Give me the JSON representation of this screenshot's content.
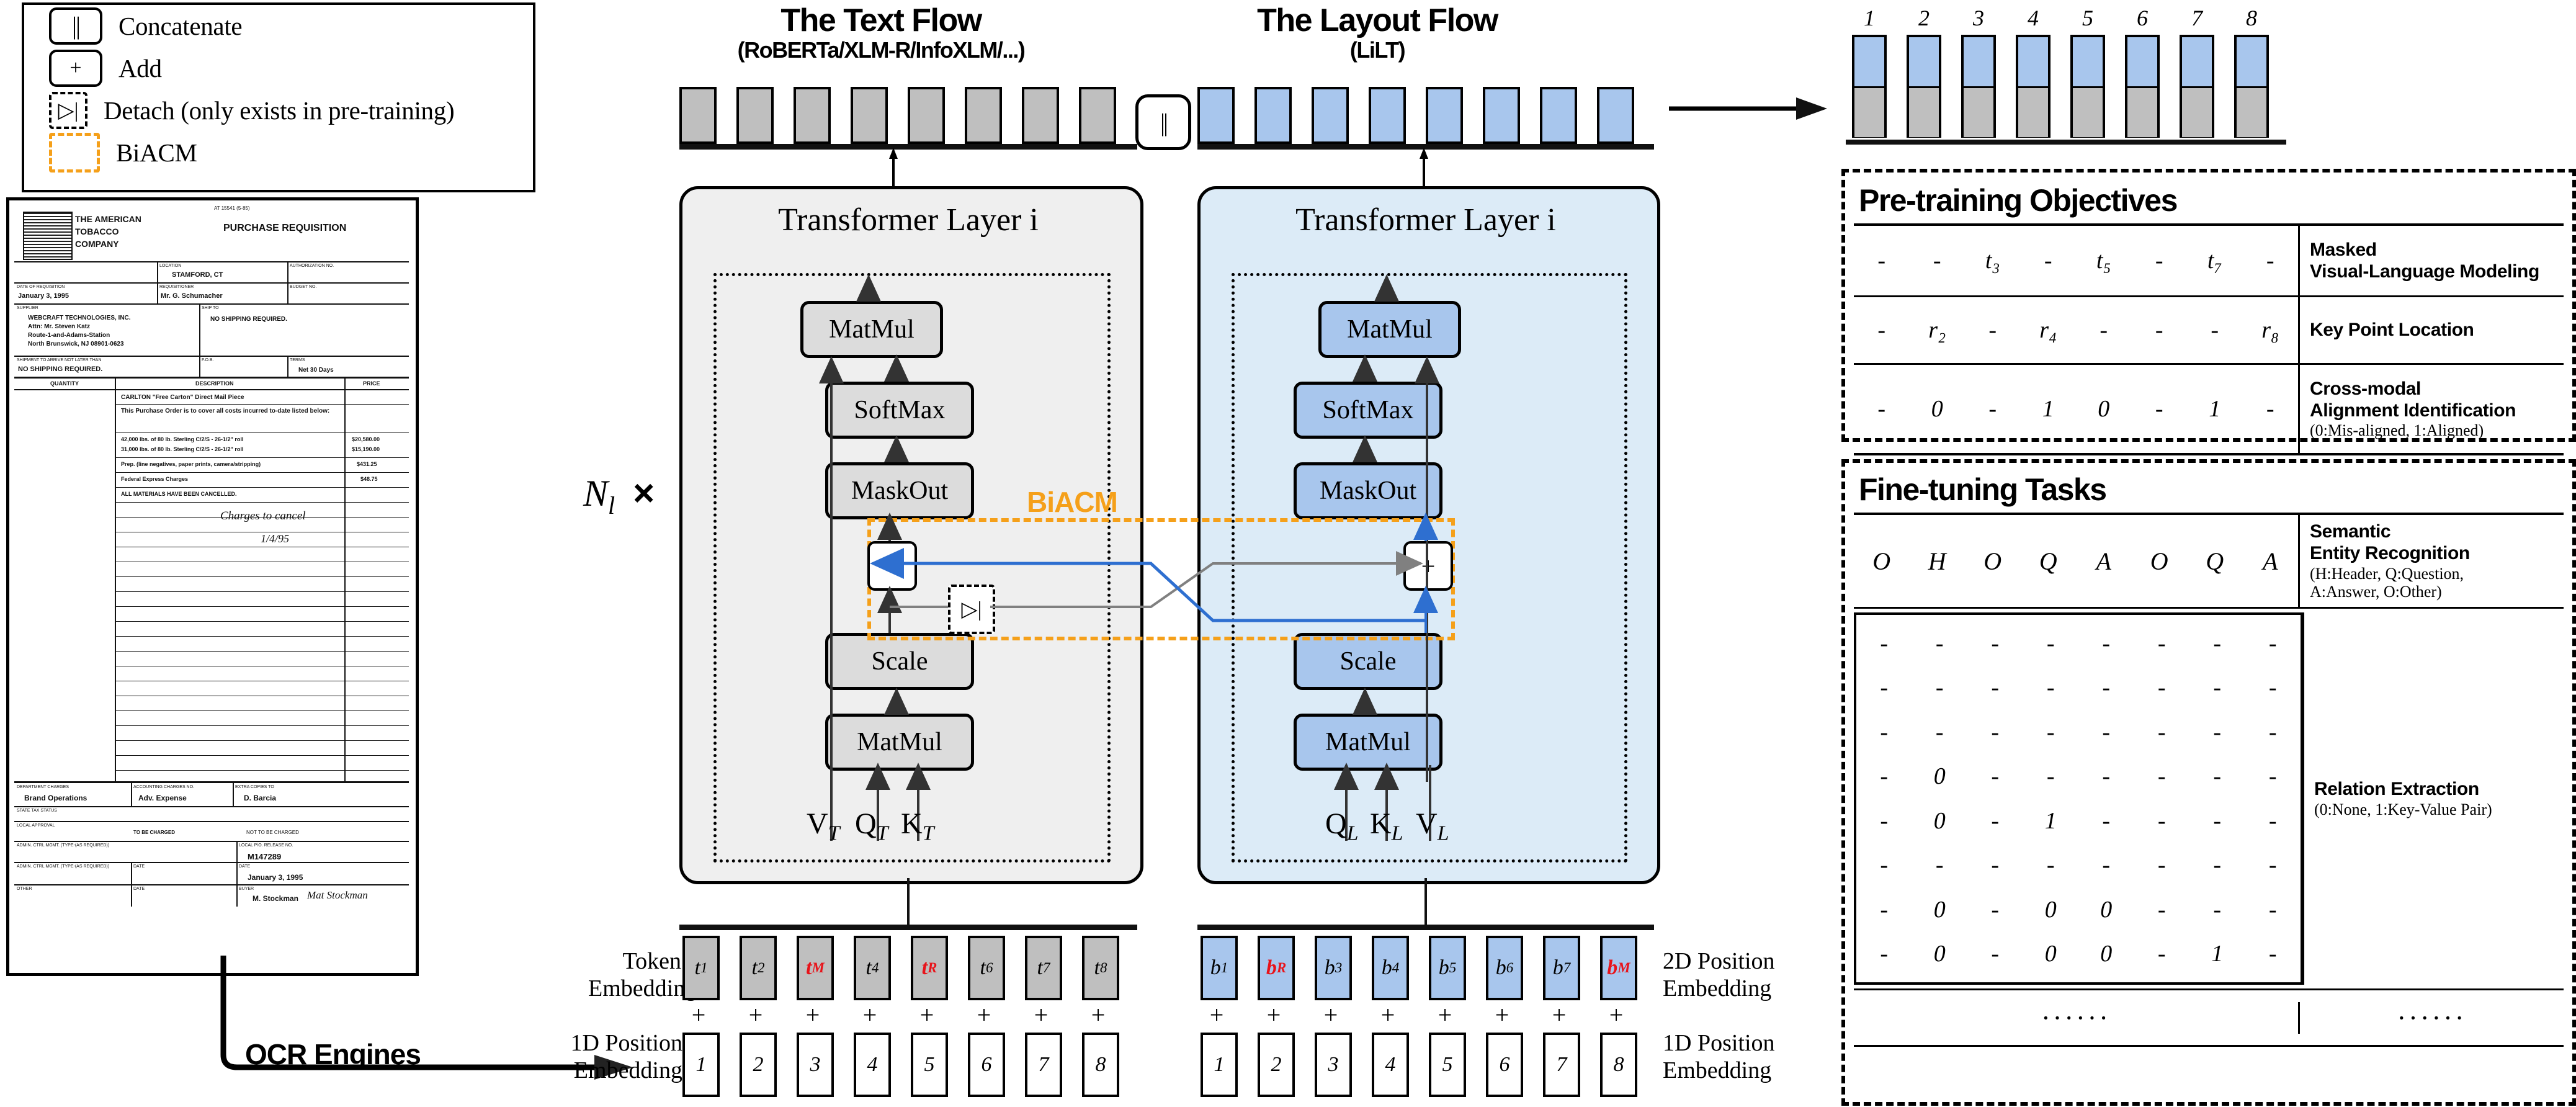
{
  "legend": {
    "items": [
      {
        "icon": "concat-icon",
        "glyph": "||",
        "label": "Concatenate"
      },
      {
        "icon": "add-icon",
        "glyph": "+",
        "label": "Add"
      },
      {
        "icon": "detach-icon",
        "glyph": "▷|",
        "label": "Detach (only exists in pre-training)"
      },
      {
        "icon": "biacm-icon",
        "glyph": "",
        "label": "BiACM"
      }
    ]
  },
  "document": {
    "company_line1": "THE AMERICAN",
    "company_line2": "TOBACCO",
    "company_line3": "COMPANY",
    "doc_title": "PURCHASE REQUISITION",
    "top_right": "AT 15541 (5-85)",
    "loc_label": "LOCATION",
    "loc_value": "STAMFORD, CT",
    "auth_label": "AUTHORIZATION NO.",
    "date_label": "DATE OF REQUISITION",
    "date_value": "January 3, 1995",
    "req_label": "REQUISITIONER",
    "req_value": "Mr. G. Schumacher",
    "budget_label": "BUDGET NO.",
    "supplier_label": "SUPPLIER",
    "ship_label": "SHIP TO",
    "supplier_l1": "WEBCRAFT TECHNOLOGIES, INC.",
    "supplier_l2": "Attn: Mr. Steven Katz",
    "supplier_l3": "Route-1-and-Adams-Station",
    "supplier_l4": "North Brunswick, NJ 08901-0623",
    "ship_value": "NO SHIPPING REQUIRED.",
    "ship_note_label": "SHIPMENT TO ARRIVE NOT LATER THAN",
    "ship_note": "NO SHIPPING REQUIRED.",
    "fob_label": "F.O.B.",
    "terms_label": "TERMS",
    "terms_value": "Net 30 Days",
    "col_qty": "QUANTITY",
    "col_desc": "DESCRIPTION",
    "col_price": "PRICE",
    "line_items": [
      {
        "desc": "CARLTON \"Free Carton\" Direct Mail Piece",
        "price": ""
      },
      {
        "desc": "This Purchase Order is to cover all costs incurred to-date listed below:",
        "price": ""
      },
      {
        "desc": "42,000 lbs. of 80 lb. Sterling C/2/S - 26-1/2\" roll",
        "price": "$20,580.00"
      },
      {
        "desc": "31,000 lbs. of 80 lb. Sterling C/2/S - 26-1/2\" roll",
        "price": "$15,190.00"
      },
      {
        "desc": "Prep. (line negatives, paper prints, camera/stripping)",
        "price": "$431.25"
      },
      {
        "desc": "Federal Express Charges",
        "price": "$48.75"
      },
      {
        "desc": "ALL MATERIALS HAVE BEEN CANCELLED.",
        "price": ""
      }
    ],
    "handwriting_1": "Charges to cancel",
    "handwriting_2": "1/4/95",
    "dept_label": "DEPARTMENT CHARGES",
    "dept_value": "Brand Operations",
    "acct_label": "ACCOUNTING CHARGES NO.",
    "acct_value": "Adv. Expense",
    "extra_label": "EXTRA COPIES TO",
    "extra_value": "D. Barcia",
    "state_label": "STATE TAX STATUS",
    "approval_label": "LOCAL APPROVAL",
    "tobe_charged": "TO BE CHARGED",
    "not_to_be": "NOT TO BE CHARGED",
    "pono_label": "LOCAL P/O. RELEASE NO.",
    "pono_value": "M147289",
    "admin_label": "ADMIN. CTRL MGMT. (TYPE-(AS REQUIRED))",
    "date2_label": "DATE",
    "date2_value": "January 3, 1995",
    "other_label": "OTHER",
    "buyer_label": "BUYER",
    "buyer_value": "M. Stockman",
    "signature": "Mat Stockman"
  },
  "ocr": {
    "label": "OCR Engines"
  },
  "flows": {
    "text": {
      "title": "The Text Flow",
      "subtitle": "(RoBERTa/XLM-R/InfoXLM/...)"
    },
    "layout": {
      "title": "The Layout Flow",
      "subtitle": "(LiLT)"
    }
  },
  "transformer": {
    "layer_label": "Transformer Layer i",
    "repeat_label": "N",
    "repeat_sub": "l",
    "repeat_times": "×",
    "ops_text": [
      "MatMul",
      "SoftMax",
      "MaskOut",
      "Scale",
      "MatMul"
    ],
    "ops_layout": [
      "MatMul",
      "SoftMax",
      "MaskOut",
      "Scale",
      "MatMul"
    ],
    "biacm_label": "BiACM",
    "add_glyph": "+",
    "detach_glyph": "▷|",
    "concat_glyph": "||",
    "inputs_text": [
      "V",
      "Q",
      "K"
    ],
    "inputs_text_sub": [
      "T",
      "T",
      "T"
    ],
    "inputs_layout": [
      "Q",
      "K",
      "V"
    ],
    "inputs_layout_sub": [
      "L",
      "L",
      "L"
    ]
  },
  "embeddings": {
    "token_label_l1": "Token",
    "token_label_l2": "Embedding",
    "pos1d_label_l1": "1D Position",
    "pos1d_label_l2": "Embedding",
    "pos2d_label_l1": "2D Position",
    "pos2d_label_l2": "Embedding",
    "pos1d_right_l1": "1D Position",
    "pos1d_right_l2": "Embedding",
    "plus": "+",
    "text_tokens": [
      {
        "base": "t",
        "sub": "1",
        "red": false
      },
      {
        "base": "t",
        "sub": "2",
        "red": false
      },
      {
        "base": "t",
        "sub": "M",
        "red": true
      },
      {
        "base": "t",
        "sub": "4",
        "red": false
      },
      {
        "base": "t",
        "sub": "R",
        "red": true
      },
      {
        "base": "t",
        "sub": "6",
        "red": false
      },
      {
        "base": "t",
        "sub": "7",
        "red": false
      },
      {
        "base": "t",
        "sub": "8",
        "red": false
      }
    ],
    "layout_tokens": [
      {
        "base": "b",
        "sub": "1",
        "red": false
      },
      {
        "base": "b",
        "sub": "R",
        "red": true
      },
      {
        "base": "b",
        "sub": "3",
        "red": false
      },
      {
        "base": "b",
        "sub": "4",
        "red": false
      },
      {
        "base": "b",
        "sub": "5",
        "red": false
      },
      {
        "base": "b",
        "sub": "6",
        "red": false
      },
      {
        "base": "b",
        "sub": "7",
        "red": false
      },
      {
        "base": "b",
        "sub": "M",
        "red": true
      }
    ],
    "positions": [
      "1",
      "2",
      "3",
      "4",
      "5",
      "6",
      "7",
      "8"
    ],
    "red_color": "#E8131A",
    "gray_cell": "#BFBFBF",
    "blue_cell": "#A8C6ED"
  },
  "output_bars": {
    "indices": [
      "1",
      "2",
      "3",
      "4",
      "5",
      "6",
      "7",
      "8"
    ],
    "top_color": "#A8C6ED",
    "bottom_color": "#BFBFBF"
  },
  "pretraining": {
    "title": "Pre-training Objectives",
    "rows": [
      {
        "values": [
          "-",
          "-",
          "t₃",
          "-",
          "t₅",
          "-",
          "t₇",
          "-"
        ],
        "name": "Masked\nVisual-Language Modeling",
        "sub": ""
      },
      {
        "values": [
          "-",
          "r₂",
          "-",
          "r₄",
          "-",
          "-",
          "-",
          "r₈"
        ],
        "name": "Key Point Location",
        "sub": ""
      },
      {
        "values": [
          "-",
          "0",
          "-",
          "1",
          "0",
          "-",
          "1",
          "-"
        ],
        "name": "Cross-modal\nAlignment Identification",
        "sub": "(0:Mis-aligned, 1:Aligned)"
      }
    ]
  },
  "finetuning": {
    "title": "Fine-tuning Tasks",
    "ser": {
      "values": [
        "O",
        "H",
        "O",
        "Q",
        "A",
        "O",
        "Q",
        "A"
      ],
      "name": "Semantic\nEntity Recognition",
      "sub": "(H:Header, Q:Question,\nA:Answer, O:Other)"
    },
    "re": {
      "matrix": [
        [
          "-",
          "-",
          "-",
          "-",
          "-",
          "-",
          "-",
          "-"
        ],
        [
          "-",
          "-",
          "-",
          "-",
          "-",
          "-",
          "-",
          "-"
        ],
        [
          "-",
          "-",
          "-",
          "-",
          "-",
          "-",
          "-",
          "-"
        ],
        [
          "-",
          "0",
          "-",
          "-",
          "-",
          "-",
          "-",
          "-"
        ],
        [
          "-",
          "0",
          "-",
          "1",
          "-",
          "-",
          "-",
          "-"
        ],
        [
          "-",
          "-",
          "-",
          "-",
          "-",
          "-",
          "-",
          "-"
        ],
        [
          "-",
          "0",
          "-",
          "0",
          "0",
          "-",
          "-",
          "-"
        ],
        [
          "-",
          "0",
          "-",
          "0",
          "0",
          "-",
          "1",
          "-"
        ]
      ],
      "name": "Relation Extraction",
      "sub": "(0:None, 1:Key-Value Pair)"
    },
    "ellipsis_left": "······",
    "ellipsis_right": "······"
  },
  "colors": {
    "accent_orange": "#F5A01A",
    "blue_line": "#2E6FD0",
    "gray_line": "#808080",
    "panel_gray": "#efefef",
    "panel_blue": "#DCEBF7"
  }
}
